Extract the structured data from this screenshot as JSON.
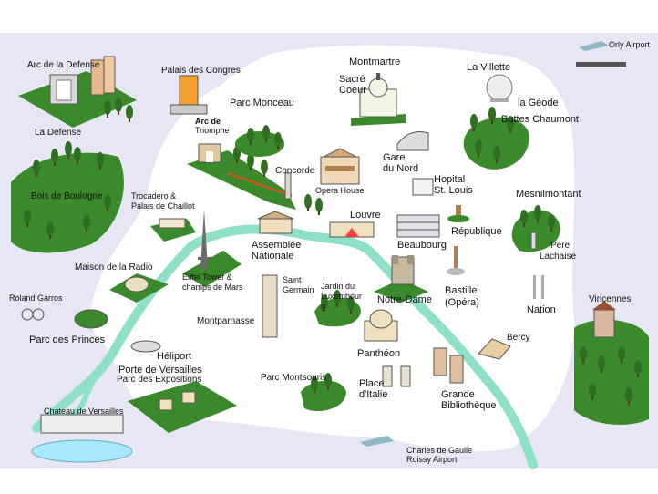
{
  "colors": {
    "outer": "#e6e6f4",
    "city": "#ffffff",
    "river": "#8ee0c8",
    "park": "#3a8a2c",
    "tree": "#2e6f22"
  },
  "landmarks": {
    "arc_defense": "Arc de la Defense",
    "la_defense": "La Defense",
    "palais_congres": "Palais des Congres",
    "bois_boulogne": "Bois de Boulogne",
    "parc_monceau": "Parc Monceau",
    "arc_triomphe_1": "Arc de",
    "arc_triomphe_2": "Triomphe",
    "montmartre": "Montmartre",
    "sacre_1": "Sacré",
    "sacre_2": "Coeur",
    "la_villette": "La Villette",
    "la_geode": "la Géode",
    "buttes": "Buttes Chaumont",
    "concorde": "Concorde",
    "opera": "Opera House",
    "gare_1": "Gare",
    "gare_2": "du Nord",
    "hopital_1": "Hopital",
    "hopital_2": "St. Louis",
    "mesnilmontant": "Mesnilmontant",
    "trocadero_1": "Trocadero &",
    "trocadero_2": "Palais de Chaillot",
    "louvre": "Louvre",
    "assemblee_1": "Assemblée",
    "assemblee_2": "Nationale",
    "beaubourg": "Beaubourg",
    "republique": "République",
    "maison_radio": "Maison de la Radio",
    "eiffel_1": "Eiffel Tower &",
    "eiffel_2": "champs de Mars",
    "saint_germain_1": "Saint",
    "saint_germain_2": "Germain",
    "jardin_1": "Jardin du",
    "jardin_2": "Luxembour",
    "jardin_3": "g",
    "notre_dame": "Notre-Dame",
    "bastille_1": "Bastille",
    "bastille_2": "(Opéra)",
    "pere_1": "Pere",
    "pere_2": "Lachaise",
    "nation": "Nation",
    "vincennes": "Vincennes",
    "roland": "Roland Garros",
    "parc_princes": "Parc des Princes",
    "montparnasse": "Montparnasse",
    "heliport": "Héliport",
    "porte_1": "Porte de Versailles",
    "porte_2": "Parc des Expositions",
    "pantheon": "Panthéon",
    "bercy": "Bercy",
    "montsouris": "Parc Montsouris",
    "place_italie_1": "Place",
    "place_italie_2": "d'Italie",
    "grande_1": "Grande",
    "grande_2": "Bibliothèque",
    "chateau": "Chateau de Versailles",
    "cdg_1": "Charles de Gaulle",
    "cdg_2": "Roissy Airport",
    "orly": "Orly Airport"
  }
}
